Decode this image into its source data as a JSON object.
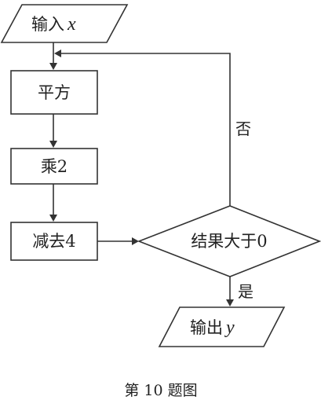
{
  "flowchart": {
    "input": {
      "prefix": "输入",
      "var": "x"
    },
    "step_square": "平方",
    "step_times2": "乘2",
    "step_minus4": "减去4",
    "condition": "结果大于0",
    "branch_no": "否",
    "branch_yes": "是",
    "output": {
      "prefix": "输出",
      "var": "y"
    }
  },
  "caption": "第 10 题图"
}
